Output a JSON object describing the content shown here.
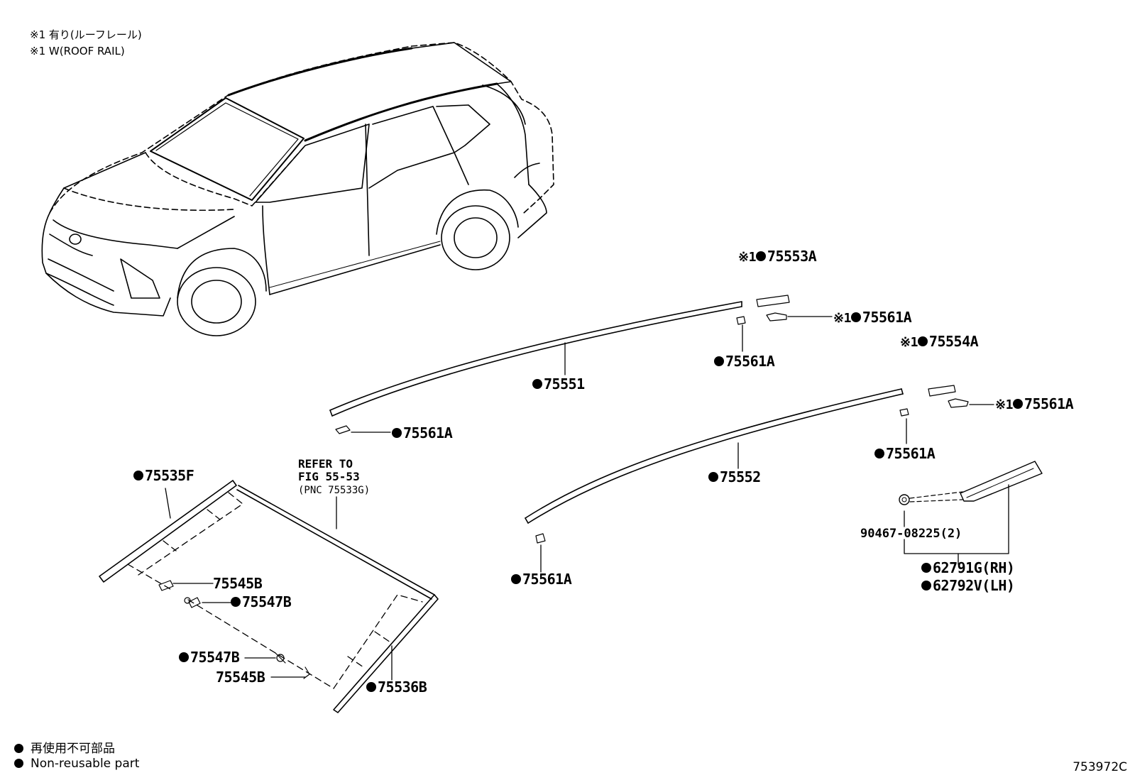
{
  "notes": {
    "line1": "※1 有り(ルーフレール)",
    "line2": "※1 W(ROOF RAIL)"
  },
  "legend": {
    "jp": "再使用不可部品",
    "en": "Non-reusable part"
  },
  "illustration_code": "753972C",
  "refer": {
    "line1": "REFER TO",
    "line2": "FIG 55-53",
    "line3": "(PNC 75533G)"
  },
  "parts": {
    "p75553A": {
      "mark": "※1",
      "num": "75553A"
    },
    "p75561A_top_right": {
      "mark": "※1",
      "num": "75561A"
    },
    "p75561A_top_mid": {
      "num": "75561A"
    },
    "p75554A": {
      "mark": "※1",
      "num": "75554A"
    },
    "p75561A_mid_right": {
      "mark": "※1",
      "num": "75561A"
    },
    "p75551": {
      "num": "75551"
    },
    "p75561A_left": {
      "num": "75561A"
    },
    "p75561A_mid": {
      "num": "75561A"
    },
    "p75552": {
      "num": "75552"
    },
    "p75561A_bottom": {
      "num": "75561A"
    },
    "p75535F": {
      "num": "75535F"
    },
    "p75545B_1": {
      "num": "75545B"
    },
    "p75547B_1": {
      "num": "75547B"
    },
    "p75547B_2": {
      "num": "75547B"
    },
    "p75545B_2": {
      "num": "75545B"
    },
    "p75536B": {
      "num": "75536B"
    },
    "p90467": {
      "num": "90467-08225(2)"
    },
    "p62791G": {
      "num": "62791G(RH)"
    },
    "p62792V": {
      "num": "62792V(LH)"
    }
  }
}
